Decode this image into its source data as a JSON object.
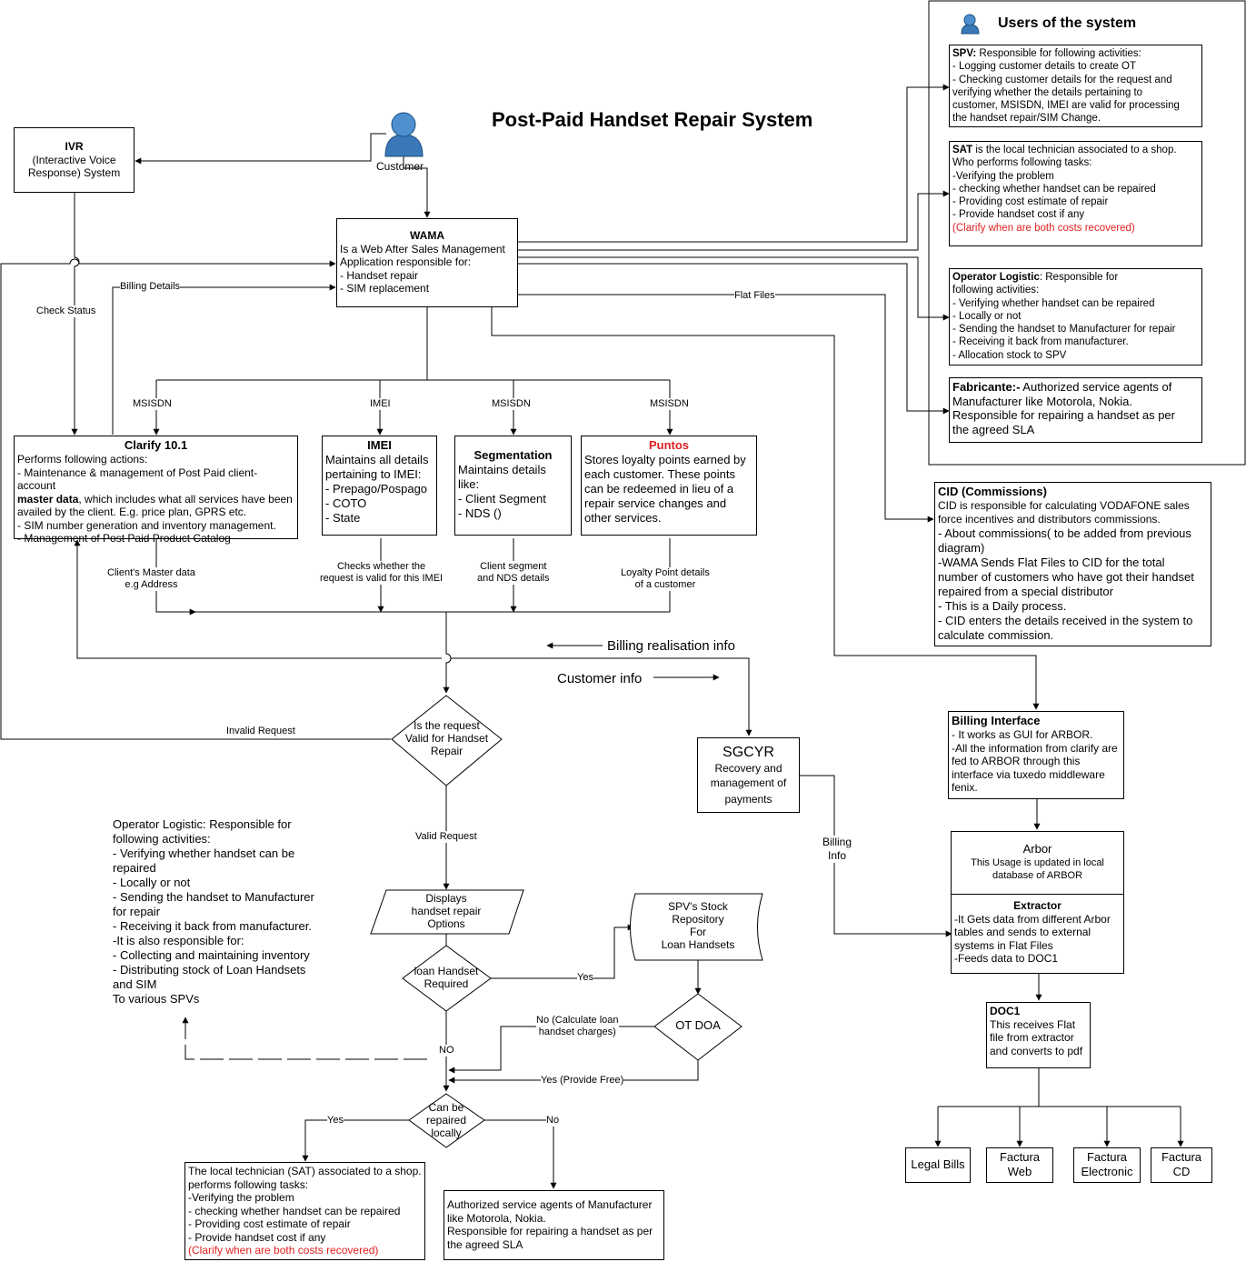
{
  "title": "Post-Paid Handset Repair System",
  "customer": {
    "label": "Customer"
  },
  "users_panel": {
    "title": "Users of the system",
    "spv": {
      "head": "SPV:",
      "lines": [
        " Responsible for following activities:",
        "- Logging customer details to create OT",
        "- Checking customer details for the request and",
        "verifying whether the details pertaining to",
        "customer, MSISDN, IMEI are valid for processing",
        "the handset repair/SIM Change."
      ]
    },
    "sat": {
      "head": "SAT",
      "lines": [
        " is the local technician associated to a shop.",
        "Who performs following tasks:",
        "-Verifying the problem",
        "- checking whether handset can be repaired",
        "- Providing cost estimate of repair",
        "- Provide handset cost if any"
      ],
      "note": "(Clarify when are both costs recovered)"
    },
    "operator_logistic": {
      "head": "Operator Logistic",
      "lines": [
        ": Responsible for",
        "following activities:",
        "- Verifying whether handset can be repaired",
        "- Locally or not",
        "- Sending the handset to Manufacturer for repair",
        "- Receiving it back from manufacturer.",
        "- Allocation stock to SPV"
      ]
    },
    "fabricante": {
      "head": "Fabricante:-",
      "lines": [
        " Authorized service agents of",
        "Manufacturer like Motorola, Nokia.",
        "Responsible for repairing a handset as per",
        "the agreed SLA"
      ]
    }
  },
  "ivr": {
    "head": "IVR",
    "lines": [
      "(Interactive Voice",
      "Response) System"
    ]
  },
  "wama": {
    "head": "WAMA",
    "lines": [
      "Is a Web After Sales Management",
      "Application responsible for:",
      "- Handset repair",
      "- SIM replacement"
    ]
  },
  "clarify": {
    "head": "Clarify 10.1",
    "lines": [
      "Performs following actions:",
      "- Maintenance & management of Post Paid client-account",
      "master data",
      ", which includes what all services have been",
      "availed by the client. E.g. price plan, GPRS etc.",
      "- SIM number generation and  inventory management.",
      "- Management of Post Paid Product Catalog"
    ]
  },
  "imei": {
    "head": "IMEI",
    "lines": [
      "Maintains all details",
      "pertaining to IMEI:",
      "- Prepago/Pospago",
      "- COTO",
      "- State"
    ]
  },
  "segmentation": {
    "head": "Segmentation",
    "lines": [
      "Maintains details",
      "like:",
      "- Client Segment",
      "- NDS ()"
    ]
  },
  "puntos": {
    "head": "Puntos",
    "lines": [
      "Stores loyalty points earned by",
      "each customer. These points",
      "can be redeemed in lieu of a",
      "repair service changes and",
      "other services."
    ]
  },
  "cid": {
    "head": "CID (Commissions)",
    "lines_small": [
      "CID is responsible for calculating VODAFONE sales",
      "force incentives and distributors commissions."
    ],
    "lines": [
      "- About commissions( to be added from previous",
      "diagram)",
      "-WAMA Sends Flat Files to CID for the total",
      "number of customers who have got their handset",
      "repaired from a special distributor",
      "- This is a Daily process.",
      "- CID enters the details received in the system to",
      "calculate commission."
    ]
  },
  "billing_interface": {
    "head": "Billing Interface",
    "lines": [
      "- It works as GUI for ARBOR.",
      "-All the information from clarify are",
      "fed to ARBOR through this",
      "interface via tuxedo middleware",
      "fenix."
    ]
  },
  "arbor": {
    "head": "Arbor",
    "lines": [
      "This Usage is updated in local",
      "database of ARBOR"
    ]
  },
  "extractor": {
    "head": "Extractor",
    "lines": [
      "-It Gets data from different Arbor",
      "tables and sends to external",
      "systems in Flat Files",
      "-Feeds data to DOC1"
    ]
  },
  "doc1": {
    "head": "DOC1",
    "lines": [
      "This receives Flat",
      "file from extractor",
      "and converts to pdf"
    ]
  },
  "outputs": [
    {
      "lines": [
        "Legal Bills"
      ]
    },
    {
      "lines": [
        "Factura",
        "Web"
      ]
    },
    {
      "lines": [
        "Factura",
        "Electronic"
      ]
    },
    {
      "lines": [
        "Factura",
        "CD"
      ]
    }
  ],
  "sgcyr": {
    "head": "SGCYR",
    "lines": [
      "Recovery and",
      "management of",
      "payments"
    ]
  },
  "decisions": {
    "valid": [
      "Is the request",
      "Valid for Handset",
      "Repair"
    ],
    "loan": [
      "loan Handset",
      "Required"
    ],
    "otdoa": [
      "OT DOA"
    ],
    "repaired": [
      "Can be",
      "repaired",
      "locally"
    ]
  },
  "displays": [
    "Displays",
    "handset repair",
    "Options"
  ],
  "stock": [
    "SPV's Stock",
    "Repository",
    "For",
    "Loan Handsets"
  ],
  "op_logistic_text": {
    "lines": [
      "Operator Logistic: Responsible for",
      "following activities:",
      "- Verifying whether handset can be",
      "repaired",
      "- Locally or not",
      "- Sending the handset to Manufacturer",
      "for repair",
      "- Receiving it back from manufacturer.",
      "-It is also responsible for:",
      "- Collecting and maintaining inventory",
      "- Distributing stock of Loan Handsets",
      "and SIM",
      "To various SPVs"
    ]
  },
  "sat_bottom": {
    "lines": [
      "The local technician (SAT) associated to a shop.",
      "performs following tasks:",
      "-Verifying the problem",
      "- checking whether handset can be repaired",
      "- Providing cost estimate of repair",
      "- Provide handset cost if any"
    ],
    "note": "(Clarify when are both costs recovered)"
  },
  "agents_bottom": {
    "lines": [
      "Authorized service agents of Manufacturer",
      "like Motorola, Nokia.",
      "Responsible for repairing a handset as per",
      "the agreed SLA"
    ]
  },
  "labels": {
    "check_status": "Check Status",
    "billing_details": "Billing Details",
    "flat_files": "Flat Files",
    "msisdn1": "MSISDN",
    "imei": "IMEI",
    "msisdn2": "MSISDN",
    "msisdn3": "MSISDN",
    "master_data": [
      "Client's Master data",
      "e.g Address"
    ],
    "checks_imei": [
      "Checks whether the",
      "request is valid for this IMEI"
    ],
    "segment_nds": [
      "Client segment",
      "and NDS details"
    ],
    "loyalty": [
      "Loyalty Point details",
      "of a customer"
    ],
    "billing_realisation": "Billing realisation info",
    "customer_info": "Customer info",
    "invalid_request": "Invalid Request",
    "valid_request": "Valid Request",
    "billing_info": [
      "Billing",
      "Info"
    ],
    "yes_loan": "Yes",
    "no_loan": "NO",
    "no_calc": [
      "No (Calculate loan",
      "handset charges)"
    ],
    "yes_free": "Yes (Provide Free)",
    "yes_local": "Yes",
    "no_local": "No"
  }
}
